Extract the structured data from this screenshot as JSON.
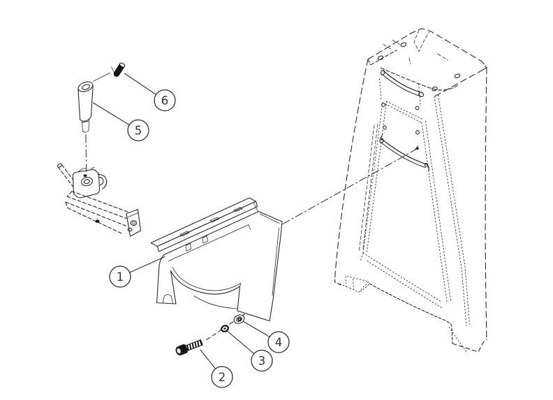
{
  "diagram": {
    "background_color": "#ffffff",
    "line_color": "#2a2a2a",
    "hardware_fill_color": "#141414",
    "callouts": {
      "c1": {
        "label": "1"
      },
      "c2": {
        "label": "2"
      },
      "c3": {
        "label": "3"
      },
      "c4": {
        "label": "4"
      },
      "c5": {
        "label": "5"
      },
      "c6": {
        "label": "6"
      }
    }
  }
}
